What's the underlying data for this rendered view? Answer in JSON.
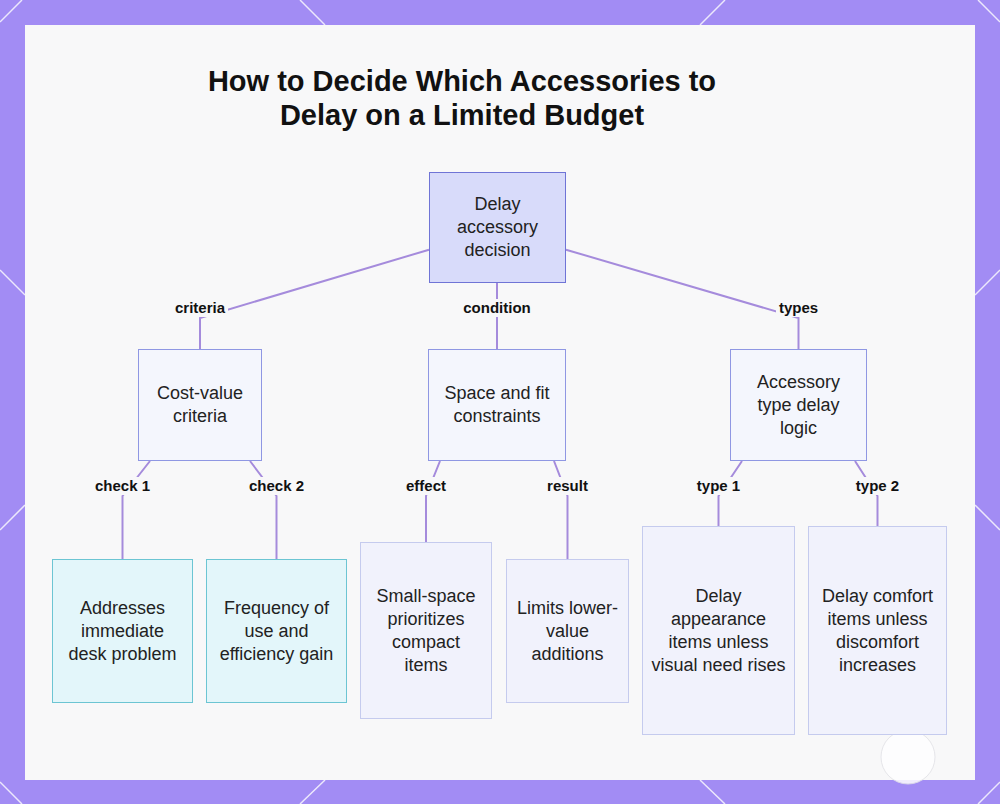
{
  "diagram": {
    "title": "How to Decide Which Accessories to Delay on a Limited Budget",
    "nodes": [
      {
        "text": [
          "Delay accessory decision"
        ]
      },
      {
        "text": [
          "Cost-value criteria"
        ]
      },
      {
        "text": [
          "Space and fit constraints"
        ]
      },
      {
        "text": [
          "Accessory type delay logic"
        ]
      },
      {
        "text": [
          "Addresses immediate desk problem"
        ]
      },
      {
        "text": [
          "Frequency of use and efficiency gain"
        ]
      },
      {
        "text": [
          "Small-space prioritizes compact items"
        ]
      },
      {
        "text": [
          "Limits lower-value additions"
        ]
      },
      {
        "text": [
          "Delay appearance items unless visual need rises"
        ]
      },
      {
        "text": [
          "Delay comfort items unless discomfort increases"
        ]
      }
    ],
    "edges": [
      {
        "from": 0,
        "to": 1,
        "label": "criteria",
        "arrow": "none"
      },
      {
        "from": 0,
        "to": 2,
        "label": "condition",
        "arrow": "none"
      },
      {
        "from": 0,
        "to": 3,
        "label": "types",
        "arrow": "none"
      },
      {
        "from": 1,
        "to": 4,
        "label": "check 1",
        "arrow": "none"
      },
      {
        "from": 1,
        "to": 5,
        "label": "check 2",
        "arrow": "none"
      },
      {
        "from": 2,
        "to": 6,
        "label": "effect",
        "arrow": "none"
      },
      {
        "from": 2,
        "to": 7,
        "label": "result",
        "arrow": "none"
      },
      {
        "from": 3,
        "to": 8,
        "label": "type 1",
        "arrow": "none"
      },
      {
        "from": 3,
        "to": 9,
        "label": "type 2",
        "arrow": "none"
      }
    ]
  }
}
